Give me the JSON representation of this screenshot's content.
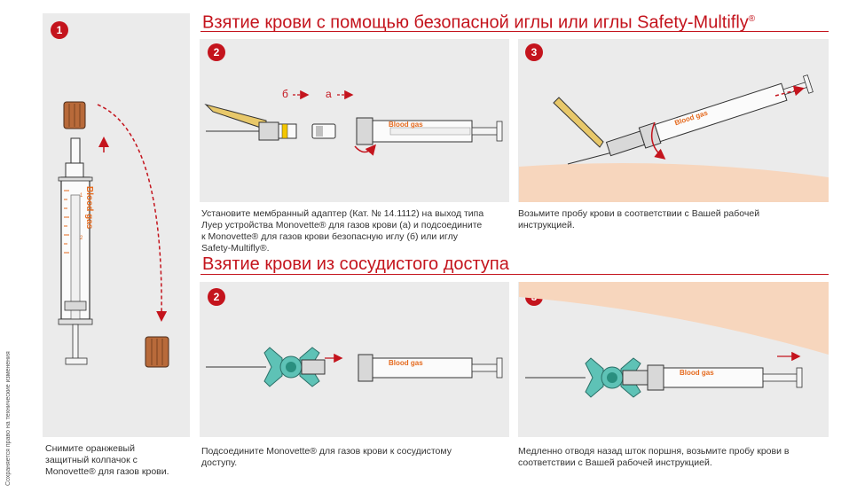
{
  "sections": {
    "top_title": "Взятие крови с помощью безопасной иглы или иглы Safety-Multifly",
    "top_title_mark": "®",
    "bottom_title": "Взятие крови из сосудистого доступа"
  },
  "steps": {
    "s1": {
      "num": "1",
      "caption": [
        "Снимите оранжевый",
        "защитный колпачок с",
        "Monovette® для газов крови."
      ]
    },
    "top2": {
      "num": "2",
      "caption": [
        "Установите мембранный адаптер (Кат. № 14.1112) на выход типа",
        "Луер устройства Monovette® для газов крови (а) и подсоедините",
        "к Monovette® для газов крови безопасную иглу (б) или иглу",
        "Safety-Multifly®."
      ]
    },
    "top3": {
      "num": "3",
      "caption": [
        "Возьмите пробу крови в соответствии с Вашей рабочей",
        "инструкцией."
      ]
    },
    "bot2": {
      "num": "2",
      "caption": [
        "Подсоедините Monovette® для газов крови к сосудистому",
        "доступу."
      ]
    },
    "bot3": {
      "num": "3",
      "caption": [
        "Медленно отводя назад шток поршня, возьмите пробу крови в",
        "соответствии с Вашей рабочей инструкцией."
      ]
    }
  },
  "labels": {
    "syringe": "Blood gas",
    "arrow_b": "б",
    "arrow_a": "а",
    "scale_1": "1",
    "scale_2": "2"
  },
  "side_note": "Сохраняется право на технические изменения",
  "colors": {
    "accent": "#c4141d",
    "panel": "#ebebeb",
    "skin": "#f7d6bd",
    "cap": "#b86a3a",
    "wing": "#5ec2b6"
  }
}
